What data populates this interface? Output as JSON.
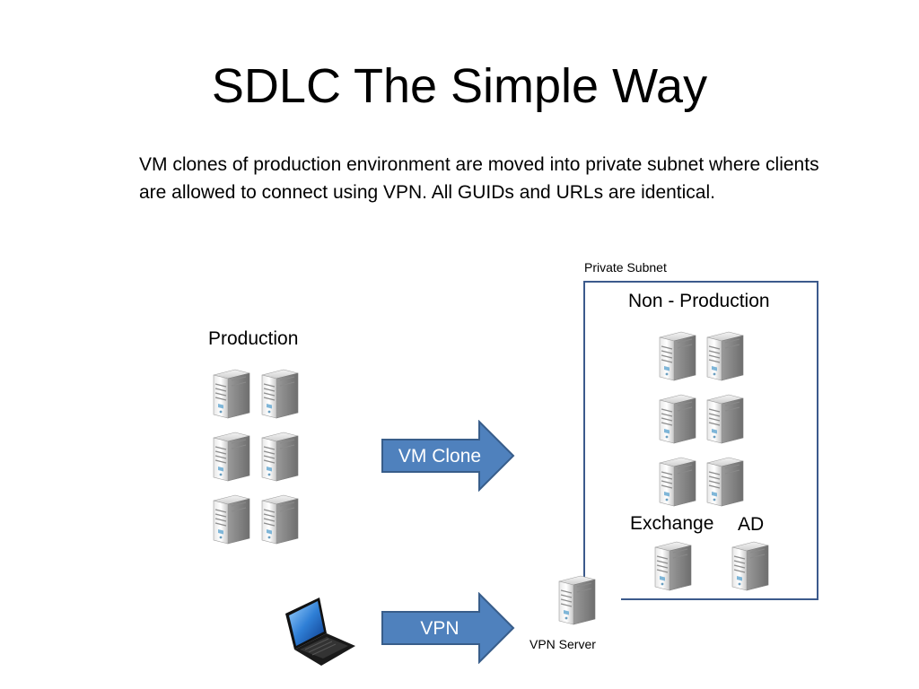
{
  "slide": {
    "title": "SDLC The Simple Way",
    "description": "VM clones of production environment are moved into private subnet where clients are allowed to connect using VPN. All GUIDs and URLs are identical."
  },
  "labels": {
    "private_subnet": "Private Subnet",
    "non_production": "Non - Production",
    "production": "Production",
    "exchange": "Exchange",
    "ad": "AD",
    "vpn_server": "VPN Server"
  },
  "arrows": {
    "vm_clone": "VM Clone",
    "vpn": "VPN"
  },
  "icons": {
    "server": "server-icon",
    "laptop": "laptop-icon"
  },
  "colors": {
    "arrow_fill": "#4f81bd",
    "arrow_stroke": "#385d8a",
    "subnet_border": "#3c5a8c"
  }
}
